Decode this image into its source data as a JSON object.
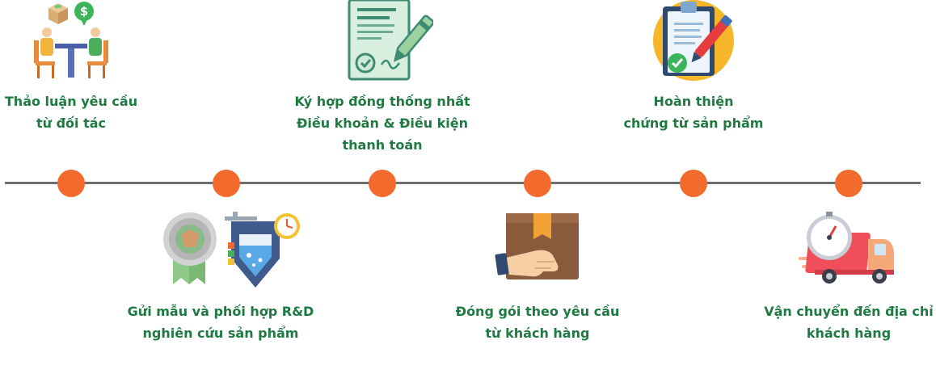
{
  "colors": {
    "accent": "#f26b2c",
    "text": "#1e7a40",
    "line": "#6e6e6e"
  },
  "steps": [
    {
      "icon": "meeting-icon",
      "lines": [
        "Thảo luận yêu cầu",
        "từ đối tác"
      ]
    },
    {
      "icon": "rnd-sample-icon",
      "lines": [
        "Gửi mẫu và phối hợp R&D",
        "nghiên cứu sản phẩm"
      ]
    },
    {
      "icon": "contract-icon",
      "lines": [
        "Ký hợp đồng thống nhất",
        "Điều khoản & Điều kiện",
        "thanh toán"
      ]
    },
    {
      "icon": "package-icon",
      "lines": [
        "Đóng gói theo yêu cầu",
        "từ khách hàng"
      ]
    },
    {
      "icon": "clipboard-icon",
      "lines": [
        "Hoàn thiện",
        "chứng từ sản phẩm"
      ]
    },
    {
      "icon": "delivery-truck-icon",
      "lines": [
        "Vận chuyển đến địa chỉ",
        "khách hàng"
      ]
    }
  ]
}
